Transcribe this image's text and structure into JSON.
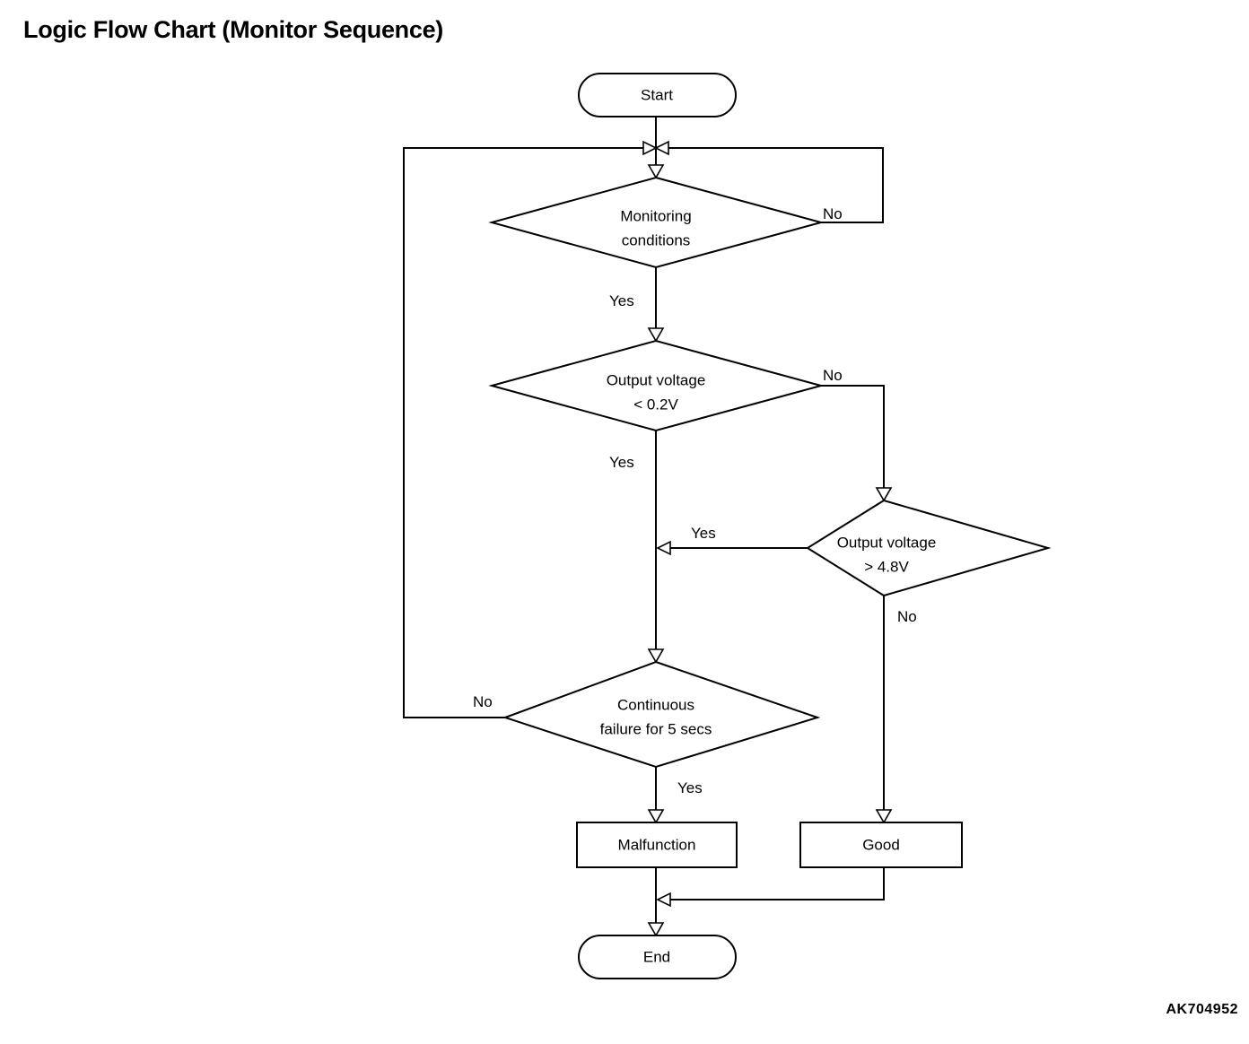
{
  "page": {
    "title": "Logic Flow Chart (Monitor Sequence)",
    "figure_code": "AK704952",
    "background_color": "#ffffff",
    "line_color": "#000000"
  },
  "flowchart": {
    "nodes": [
      {
        "id": "start",
        "type": "terminator",
        "label": "Start"
      },
      {
        "id": "monitoring",
        "type": "decision",
        "label_line1": "Monitoring",
        "label_line2": "conditions"
      },
      {
        "id": "vlow",
        "type": "decision",
        "label_line1": "Output voltage",
        "label_line2": "< 0.2V"
      },
      {
        "id": "vhigh",
        "type": "decision",
        "label_line1": "Output voltage",
        "label_line2": "> 4.8V"
      },
      {
        "id": "continuous",
        "type": "decision",
        "label_line1": "Continuous",
        "label_line2": "failure for 5 secs"
      },
      {
        "id": "malfunction",
        "type": "process",
        "label": "Malfunction"
      },
      {
        "id": "good",
        "type": "process",
        "label": "Good"
      },
      {
        "id": "end",
        "type": "terminator",
        "label": "End"
      }
    ],
    "edge_labels": {
      "monitoring_no": "No",
      "monitoring_yes": "Yes",
      "vlow_no": "No",
      "vlow_yes": "Yes",
      "vhigh_yes": "Yes",
      "vhigh_no": "No",
      "continuous_no": "No",
      "continuous_yes": "Yes"
    },
    "edges": [
      {
        "from": "start",
        "to": "monitoring",
        "label": ""
      },
      {
        "from": "monitoring",
        "to": "vlow",
        "label": "Yes"
      },
      {
        "from": "monitoring",
        "to": "monitoring",
        "label": "No"
      },
      {
        "from": "vlow",
        "to": "continuous",
        "label": "Yes"
      },
      {
        "from": "vlow",
        "to": "vhigh",
        "label": "No"
      },
      {
        "from": "vhigh",
        "to": "continuous",
        "label": "Yes"
      },
      {
        "from": "vhigh",
        "to": "good",
        "label": "No"
      },
      {
        "from": "continuous",
        "to": "monitoring",
        "label": "No"
      },
      {
        "from": "continuous",
        "to": "malfunction",
        "label": "Yes"
      },
      {
        "from": "malfunction",
        "to": "end",
        "label": ""
      },
      {
        "from": "good",
        "to": "end",
        "label": ""
      }
    ]
  }
}
